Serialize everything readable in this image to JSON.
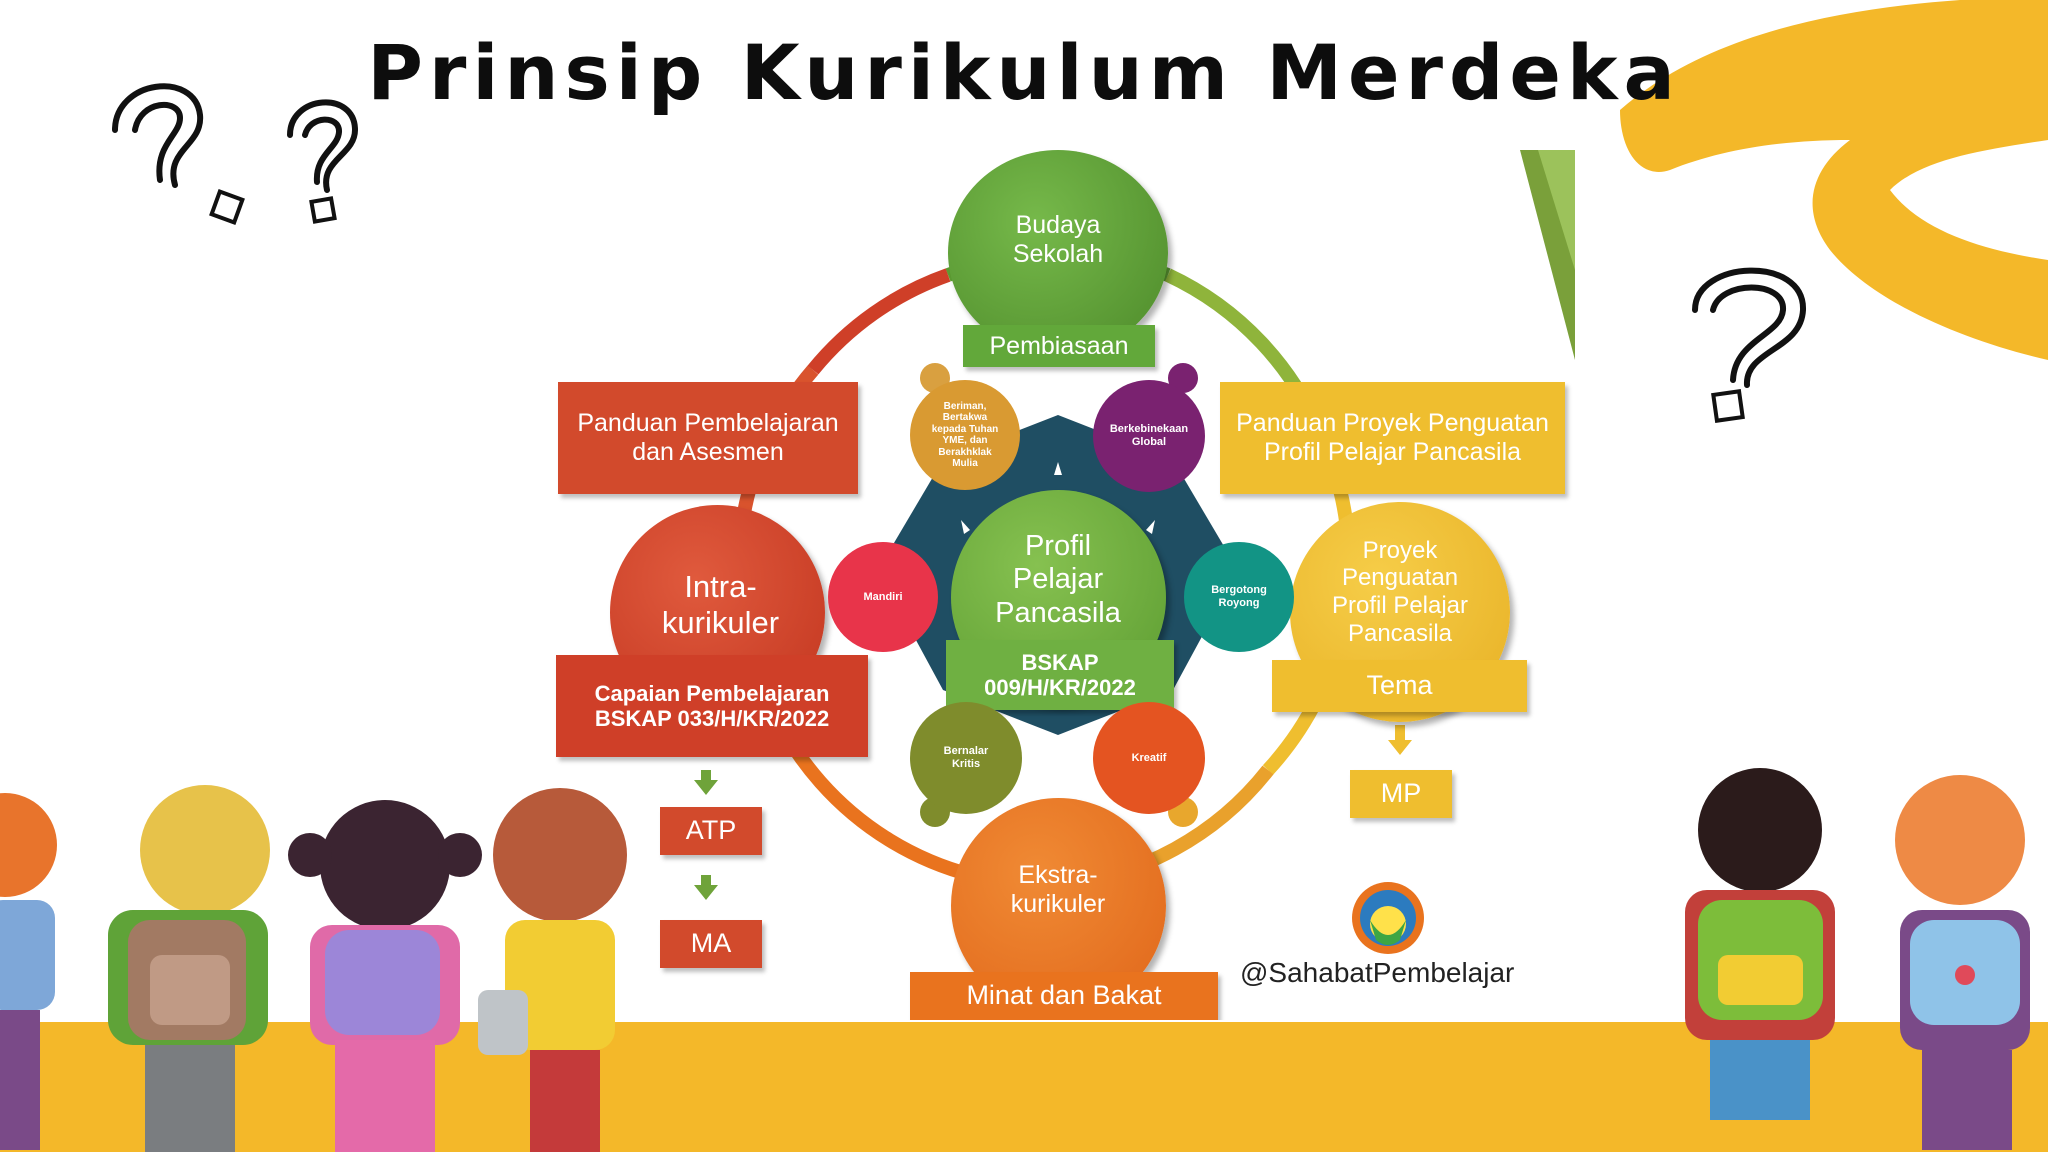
{
  "title": "Prinsip Kurikulum Merdeka",
  "diagram": {
    "top_circle": "Budaya Sekolah",
    "top_bar": "Pembiasaan",
    "left_box": "Panduan Pembelajaran dan Asesmen",
    "left_circle": "Intra-kurikuler",
    "left_bar": "Capaian Pembelajaran BSKAP 033/H/KR/2022",
    "left_chain": [
      "ATP",
      "MA"
    ],
    "right_box": "Panduan Proyek Penguatan Profil Pelajar Pancasila",
    "right_circle": "Proyek Penguatan Profil Pelajar Pancasila",
    "right_bar": "Tema",
    "right_chain": [
      "MP"
    ],
    "center_circle": "Profil Pelajar Pancasila",
    "center_bar": "BSKAP 009/H/KR/2022",
    "bottom_circle": "Ekstra-kurikuler",
    "bottom_bar": "Minat dan Bakat",
    "dimensions": {
      "beriman": "Beriman, Bertakwa kepada Tuhan YME, dan Berakhklak Mulia",
      "global": "Berkebinekaan Global",
      "mandiri": "Mandiri",
      "gotong": "Bergotong Royong",
      "kritis": "Bernalar Kritis",
      "kreatif": "Kreatif"
    },
    "watermark": "@SahabatPembelajar"
  },
  "colors": {
    "green": "#5e9e33",
    "red": "#cf3f28",
    "yellow": "#efbe2f",
    "orange": "#e9731e",
    "navy": "#1f4e63",
    "floor": "#f4b829"
  }
}
